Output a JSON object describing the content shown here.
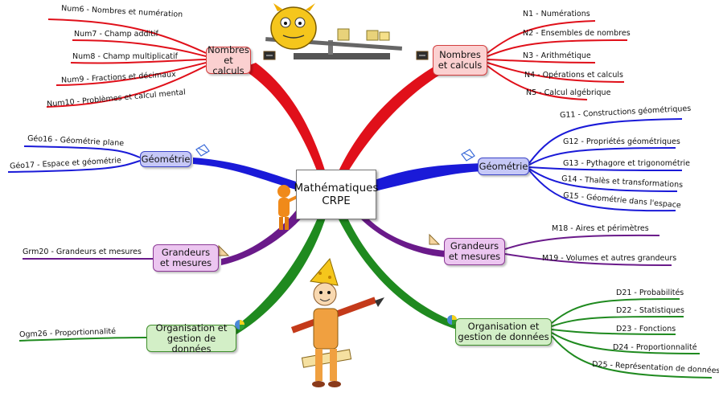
{
  "center": {
    "line1": "Mathématiques",
    "line2": "CRPE"
  },
  "nodes": {
    "nc_left": {
      "line1": "Nombres",
      "line2": "et calculs"
    },
    "nc_right": {
      "line1": "Nombres",
      "line2": "et calculs"
    },
    "geo_left": {
      "line1": "Géométrie"
    },
    "geo_right": {
      "line1": "Géométrie"
    },
    "gm_left": {
      "line1": "Grandeurs",
      "line2": "et mesures"
    },
    "gm_right": {
      "line1": "Grandeurs",
      "line2": "et mesures"
    },
    "og_left": {
      "line1": "Organisation et",
      "line2": "gestion de données"
    },
    "og_right": {
      "line1": "Organisation et",
      "line2": "gestion de données"
    }
  },
  "leaves": {
    "nc_left": [
      "Num6 - Nombres et numération",
      "Num7 - Champ additif",
      "Num8 - Champ multiplicatif",
      "Num9 - Fractions et décimaux",
      "Num10 - Problèmes et calcul mental"
    ],
    "nc_right": [
      "N1 - Numérations",
      "N2 - Ensembles de nombres",
      "N3 - Arithmétique",
      "N4 - Opérations et calculs",
      "N5 - Calcul algébrique"
    ],
    "geo_left": [
      "Géo16 - Géométrie plane",
      "Géo17 - Espace et géométrie"
    ],
    "geo_right": [
      "G11 - Constructions géométriques",
      "G12 - Propriétés géométriques",
      "G13 - Pythagore et trigonométrie",
      "G14 - Thalès et transformations",
      "G15 - Géométrie dans l'espace"
    ],
    "gm_left": [
      "Grm20 - Grandeurs et mesures"
    ],
    "gm_right": [
      "M18 - Aires et périmètres",
      "M19 - Volumes et autres grandeurs"
    ],
    "og_left": [
      "Ogm26 - Proportionnalité"
    ],
    "og_right": [
      "D21 - Probabilités",
      "D22 - Statistiques",
      "D23 - Fonctions",
      "D24 - Proportionnalité",
      "D25 - Représentation de données"
    ]
  },
  "colors": {
    "red": "#e0101a",
    "blue": "#1a1ad8",
    "purple": "#6a1a8a",
    "green": "#1f8a1f",
    "center_border": "#777777"
  },
  "icons": [
    "monster-on-scale-illustration",
    "chalkboard-icon",
    "geometry-icon",
    "set-square-icon",
    "pie-chart-icon",
    "teacher-figure-illustration",
    "kid-with-pencil-and-ruler-illustration"
  ]
}
